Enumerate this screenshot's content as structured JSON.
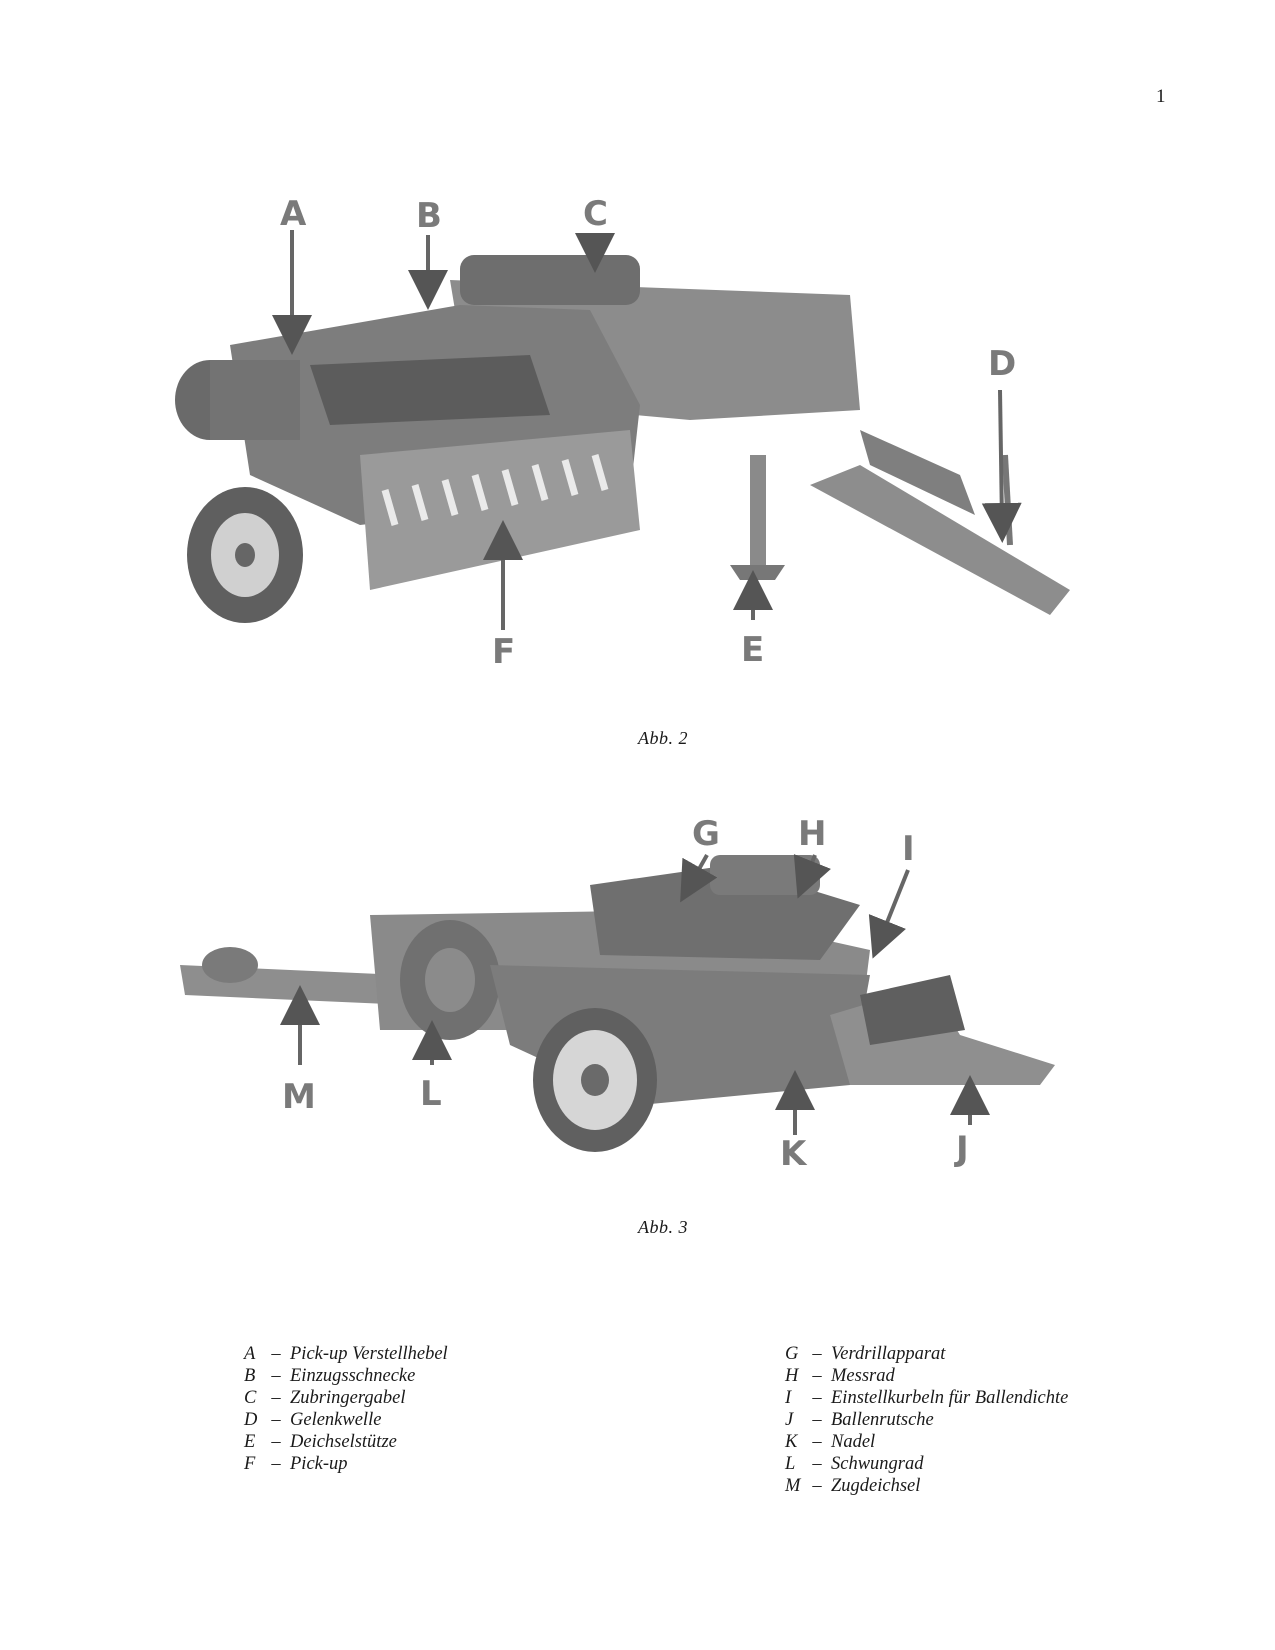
{
  "page_number": "1",
  "figures": [
    {
      "caption": "Abb. 2",
      "callouts": [
        "A",
        "B",
        "C",
        "D",
        "E",
        "F"
      ]
    },
    {
      "caption": "Abb. 3",
      "callouts": [
        "G",
        "H",
        "I",
        "J",
        "K",
        "L",
        "M"
      ]
    }
  ],
  "legend": {
    "dash": "–",
    "left": [
      {
        "key": "A",
        "text": "Pick-up Verstellhebel"
      },
      {
        "key": "B",
        "text": "Einzugsschnecke"
      },
      {
        "key": "C",
        "text": "Zubringergabel"
      },
      {
        "key": "D",
        "text": "Gelenkwelle"
      },
      {
        "key": "E",
        "text": "Deichselstütze"
      },
      {
        "key": "F",
        "text": "Pick-up"
      }
    ],
    "right": [
      {
        "key": "G",
        "text": "Verdrillapparat"
      },
      {
        "key": "H",
        "text": "Messrad"
      },
      {
        "key": "I",
        "text": "Einstellkurbeln für Ballendichte"
      },
      {
        "key": "J",
        "text": "Ballenrutsche"
      },
      {
        "key": "K",
        "text": "Nadel"
      },
      {
        "key": "L",
        "text": "Schwungrad"
      },
      {
        "key": "M",
        "text": "Zugdeichsel"
      }
    ]
  }
}
